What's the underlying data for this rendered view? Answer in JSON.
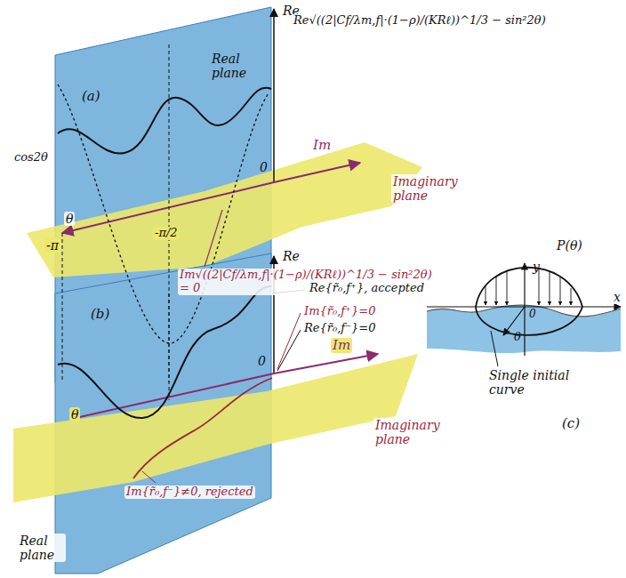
{
  "diagram": {
    "labels": [
      "Re",
      "Re√((2|Cf/λm,f|·(1−ρ)/(KRℓ))^1/3 − sin²2θ)",
      "(a)",
      "Real plane",
      "0",
      "Im",
      "cos2θ",
      "-π/2",
      "Im√((2|Cf/λm,f|·(1−ρ)/(KRℓ))^1/3 − sin²2θ) = 0",
      "Imaginary plane",
      "θ",
      "-π",
      "(b)",
      "Re",
      "Re{r̃₀,f⁺}, accepted",
      "Im{r̃₀,f⁺}=0",
      "Re{r̃₀,f⁻}=0",
      "0",
      "Im",
      "Imaginary plane",
      "θ",
      "Im{r̃₀,f⁻}≠0, rejected",
      "Real plane",
      "y",
      "P(θ)",
      "0",
      "θ",
      "x",
      "Single initial curve",
      "(c)"
    ]
  }
}
